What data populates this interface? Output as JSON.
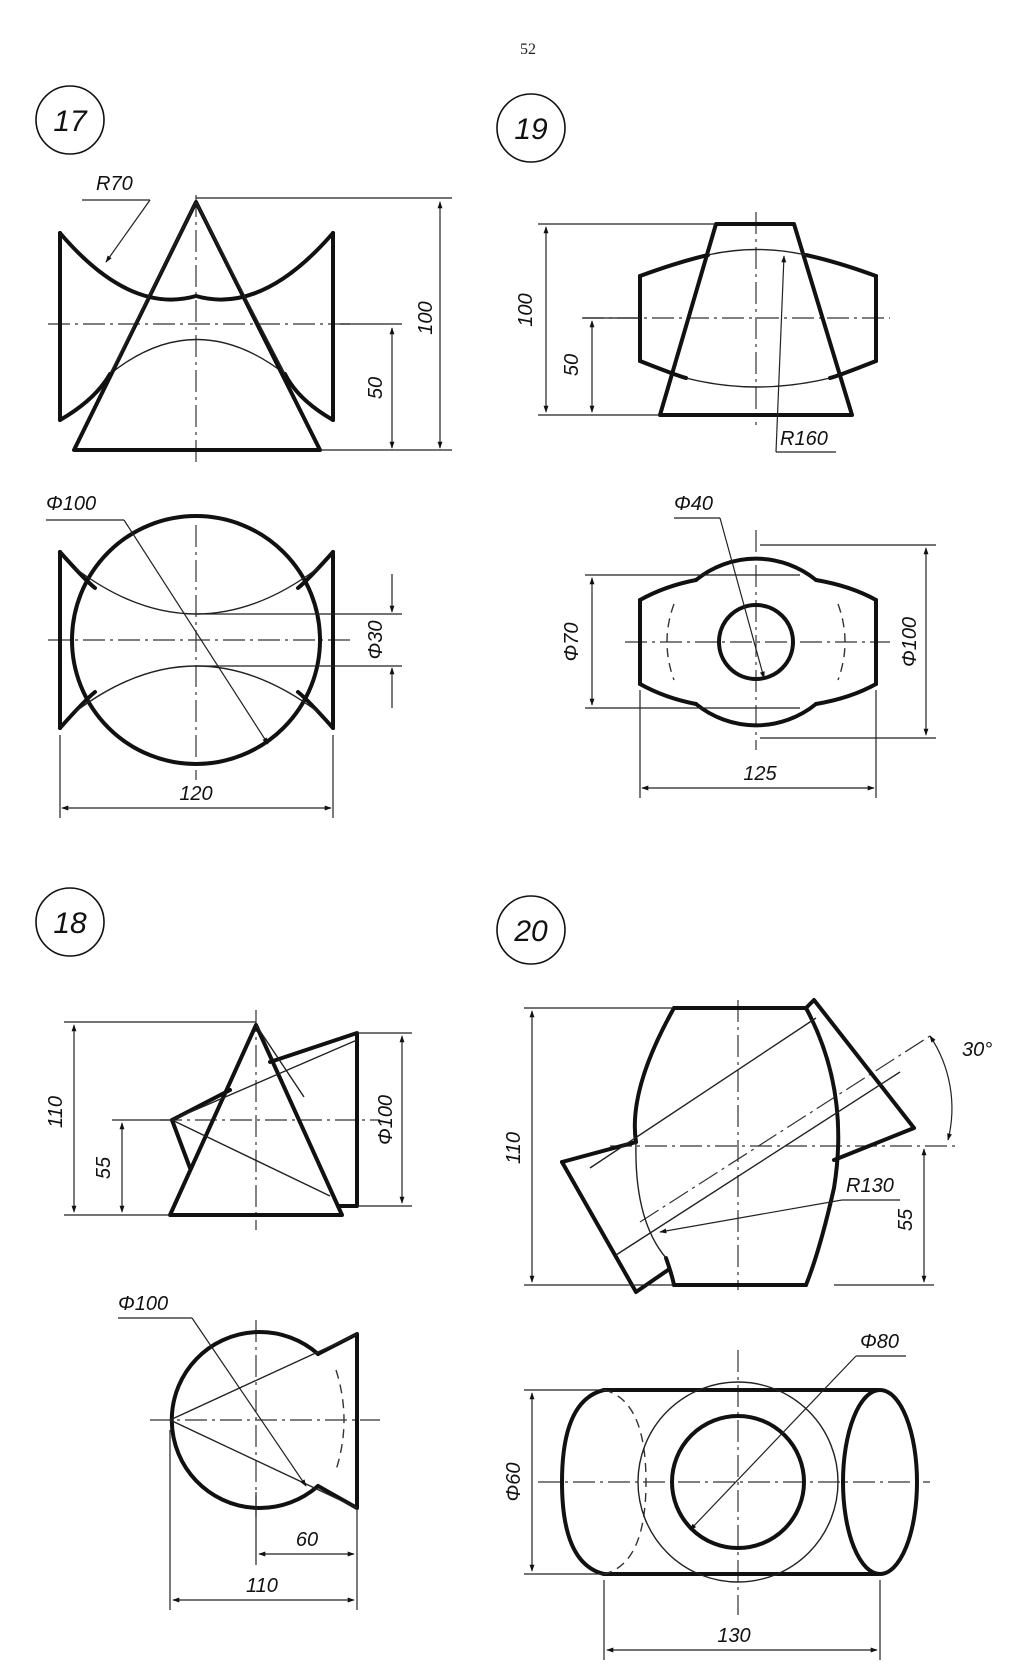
{
  "page_number": "52",
  "problems": [
    {
      "number": "17",
      "dims": {
        "r": "R70",
        "h": "100",
        "mid": "50",
        "dia_top": "Φ100",
        "dia_small": "Φ30",
        "width": "120"
      }
    },
    {
      "number": "19",
      "dims": {
        "h": "100",
        "mid": "50",
        "r": "R160",
        "dia_small": "Φ40",
        "dia_mid": "Φ70",
        "dia_large": "Φ100",
        "width": "125"
      }
    },
    {
      "number": "18",
      "dims": {
        "h": "110",
        "mid": "55",
        "dia_cone": "Φ100",
        "dia_top": "Φ100",
        "offset": "60",
        "width": "110"
      }
    },
    {
      "number": "20",
      "dims": {
        "angle": "30°",
        "h": "110",
        "r": "R130",
        "mid": "55",
        "dia_small": "Φ80",
        "dia_left": "Φ60",
        "width": "130"
      }
    }
  ]
}
